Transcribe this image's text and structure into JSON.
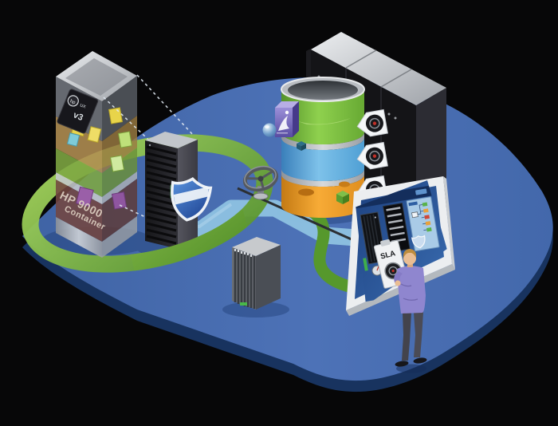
{
  "palette": {
    "background": "#070708",
    "platform_top": "#4a6fb4",
    "platform_side": "#18335f",
    "river_blue": "#8cc0e0",
    "flow_green": "#56982c",
    "loop_green_light": "#a6d65f",
    "loop_green_dark": "#55912a",
    "storage_tier_green": "#8fd14e",
    "storage_tier_blue": "#7ec2ea",
    "storage_tier_orange": "#f7ab36",
    "shield_blue": "#2a64b8",
    "monitor_frame": "#eceef0",
    "screen_blue": "#2a5698",
    "operator_shirt": "#8f86cf"
  },
  "legacy_server": {
    "badge_logo": "hp",
    "badge_product": "ux",
    "badge_version": "v3",
    "label_line1": "HP 9000",
    "label_line2": "Container"
  },
  "operator": {
    "clipboard_label": "SLA"
  }
}
